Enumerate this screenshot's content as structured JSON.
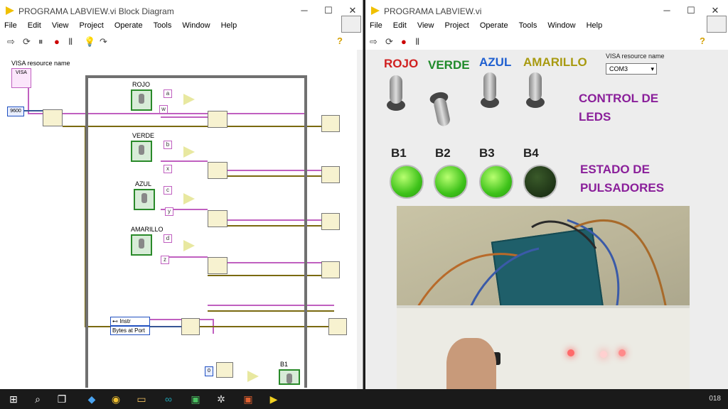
{
  "block_diagram": {
    "title": "PROGRAMA LABVIEW.vi Block Diagram",
    "menu": [
      "File",
      "Edit",
      "View",
      "Project",
      "Operate",
      "Tools",
      "Window",
      "Help"
    ],
    "labels": {
      "visa_resource": "VISA resource name",
      "visa_short": "VISA",
      "baud": "9600",
      "rojo": "ROJO",
      "verde": "VERDE",
      "azul": "AZUL",
      "amarillo": "AMARILLO",
      "a": "a",
      "w": "w",
      "b": "b",
      "x": "x",
      "c": "c",
      "y": "y",
      "d": "d",
      "z": "z",
      "instr": "Instr",
      "bytes_at_port": "Bytes at Port",
      "b1": "B1",
      "zero": "0"
    }
  },
  "front_panel": {
    "title": "PROGRAMA LABVIEW.vi",
    "menu": [
      "File",
      "Edit",
      "View",
      "Project",
      "Operate",
      "Tools",
      "Window",
      "Help"
    ],
    "switches": [
      {
        "label": "ROJO",
        "color": "#d02020"
      },
      {
        "label": "VERDE",
        "color": "#1f8a2a"
      },
      {
        "label": "AZUL",
        "color": "#1f5fd0"
      },
      {
        "label": "AMARILLO",
        "color": "#a89a10"
      }
    ],
    "visa_label": "VISA resource name",
    "visa_value": "COM3",
    "control_title_1": "CONTROL DE",
    "control_title_2": "LEDS",
    "leds": [
      {
        "label": "B1",
        "state": "on"
      },
      {
        "label": "B2",
        "state": "on"
      },
      {
        "label": "B3",
        "state": "on"
      },
      {
        "label": "B4",
        "state": "off"
      }
    ],
    "estado_1": "ESTADO DE",
    "estado_2": "PULSADORES"
  },
  "taskbar": {
    "clock": "018"
  }
}
